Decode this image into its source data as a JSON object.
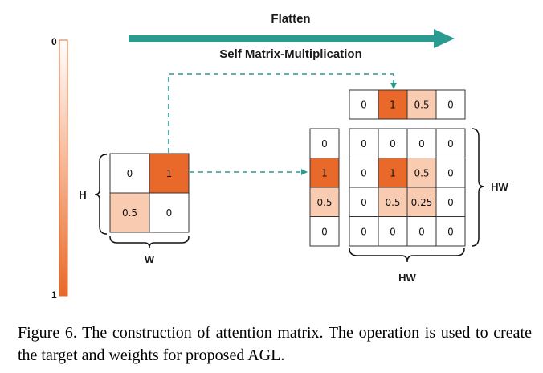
{
  "colors": {
    "arrow": "#2b9a91",
    "dashed": "#2b9a91",
    "high": "#e8692a",
    "mid": "#f9ccb2",
    "low": "#ffffff",
    "grid": "#333333"
  },
  "colorbar": {
    "top_label": "0",
    "bottom_label": "1"
  },
  "labels": {
    "flatten": "Flatten",
    "self_mm": "Self Matrix-Multiplication",
    "h": "H",
    "w": "W",
    "hw_right": "HW",
    "hw_bottom": "HW"
  },
  "small_matrix": [
    [
      "0",
      "1"
    ],
    [
      "0.5",
      "0"
    ]
  ],
  "small_matrix_values": [
    [
      0,
      1
    ],
    [
      0.5,
      0
    ]
  ],
  "row_vector": [
    "0",
    "1",
    "0.5",
    "0"
  ],
  "row_vector_values": [
    0,
    1,
    0.5,
    0
  ],
  "col_vector": [
    "0",
    "1",
    "0.5",
    "0"
  ],
  "col_vector_values": [
    0,
    1,
    0.5,
    0
  ],
  "attention_matrix": [
    [
      "0",
      "0",
      "0",
      "0"
    ],
    [
      "0",
      "1",
      "0.5",
      "0"
    ],
    [
      "0",
      "0.5",
      "0.25",
      "0"
    ],
    [
      "0",
      "0",
      "0",
      "0"
    ]
  ],
  "attention_values": [
    [
      0,
      0,
      0,
      0
    ],
    [
      0,
      1,
      0.5,
      0
    ],
    [
      0,
      0.5,
      0.25,
      0
    ],
    [
      0,
      0,
      0,
      0
    ]
  ],
  "caption": "Figure 6.  The construction of attention matrix.  The operation is used to create the target and weights for proposed AGL."
}
